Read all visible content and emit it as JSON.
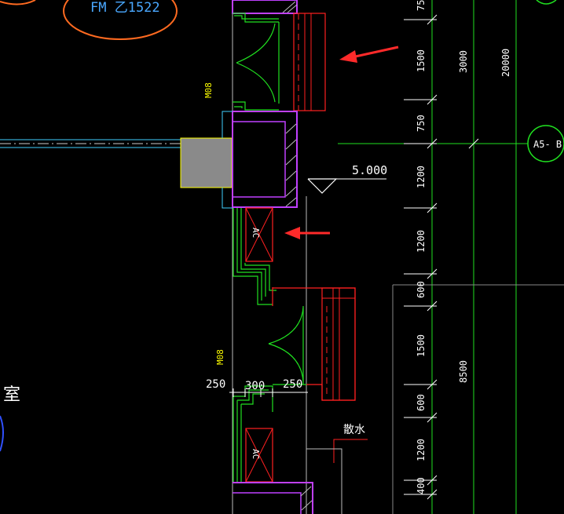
{
  "labels": {
    "door_fm": "FM 乙1522",
    "door_m1": "M08",
    "door_m2": "M08",
    "ac1": "AC",
    "ac2": "AC",
    "elevation": "5.000",
    "grid_bubble": "A5- B",
    "room_char": "室",
    "drain": "散水",
    "dim_bottom_left": "250",
    "dim_bottom_mid": "300",
    "dim_bottom_right": "250"
  },
  "dims_col1": [
    "75",
    "1500",
    "750",
    "1200",
    "1200",
    "600",
    "1500",
    "600",
    "1200",
    "400"
  ],
  "dims_col2": [
    "3000",
    "8500"
  ],
  "dims_col3": [
    "20000"
  ],
  "colors": {
    "background": "#000000",
    "red": "#ff2020",
    "green": "#20e020",
    "magenta": "#c040ff",
    "cyan": "#40d0ff",
    "white": "#ffffff",
    "yellow": "#ffff00",
    "orange": "#ff6a20",
    "gray_fill": "#8a8a8a",
    "arrow": "#ff2a2a"
  }
}
